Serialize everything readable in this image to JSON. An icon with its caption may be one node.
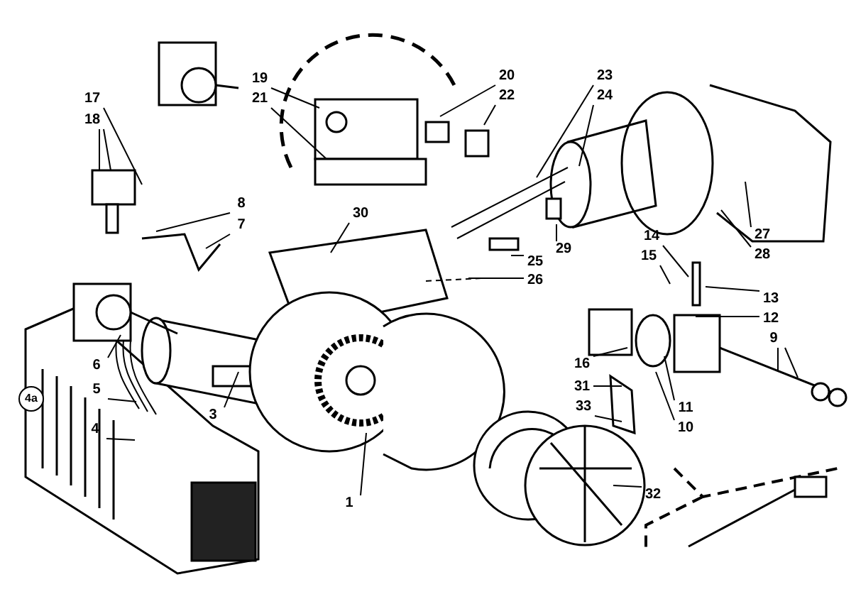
{
  "diagram": {
    "nodes": [
      {
        "text": [
          "1"
        ]
      },
      {
        "text": [
          "3"
        ]
      },
      {
        "text": [
          "4"
        ]
      },
      {
        "text": [
          "5"
        ]
      },
      {
        "text": [
          "6"
        ]
      },
      {
        "text": [
          "7"
        ]
      },
      {
        "text": [
          "8"
        ]
      },
      {
        "text": [
          "9"
        ]
      },
      {
        "text": [
          "10"
        ]
      },
      {
        "text": [
          "11"
        ]
      },
      {
        "text": [
          "12"
        ]
      },
      {
        "text": [
          "13"
        ]
      },
      {
        "text": [
          "14"
        ]
      },
      {
        "text": [
          "15"
        ]
      },
      {
        "text": [
          "16"
        ]
      },
      {
        "text": [
          "17"
        ]
      },
      {
        "text": [
          "18"
        ]
      },
      {
        "text": [
          "19"
        ]
      },
      {
        "text": [
          "20"
        ]
      },
      {
        "text": [
          "21"
        ]
      },
      {
        "text": [
          "22"
        ]
      },
      {
        "text": [
          "23"
        ]
      },
      {
        "text": [
          "24"
        ]
      },
      {
        "text": [
          "25"
        ]
      },
      {
        "text": [
          "26"
        ]
      },
      {
        "text": [
          "27"
        ]
      },
      {
        "text": [
          "28"
        ]
      },
      {
        "text": [
          "29"
        ]
      },
      {
        "text": [
          "30"
        ]
      },
      {
        "text": [
          "31"
        ]
      },
      {
        "text": [
          "32"
        ]
      },
      {
        "text": [
          "33"
        ]
      }
    ],
    "edges": [
      {
        "from": 0,
        "to": null,
        "arrow": "none"
      },
      {
        "from": 1,
        "to": null,
        "arrow": "none"
      },
      {
        "from": 2,
        "to": null,
        "arrow": "none"
      },
      {
        "from": 3,
        "to": null,
        "arrow": "none"
      },
      {
        "from": 4,
        "to": null,
        "arrow": "none"
      },
      {
        "from": 5,
        "to": null,
        "arrow": "none"
      },
      {
        "from": 6,
        "to": null,
        "arrow": "none"
      },
      {
        "from": 7,
        "to": null,
        "arrow": "none"
      },
      {
        "from": 7,
        "to": null,
        "arrow": "none"
      },
      {
        "from": 8,
        "to": null,
        "arrow": "none"
      },
      {
        "from": 9,
        "to": null,
        "arrow": "none"
      },
      {
        "from": 10,
        "to": null,
        "arrow": "none"
      },
      {
        "from": 11,
        "to": null,
        "arrow": "none"
      },
      {
        "from": 12,
        "to": null,
        "arrow": "none"
      },
      {
        "from": 13,
        "to": null,
        "arrow": "none"
      },
      {
        "from": 14,
        "to": null,
        "arrow": "none"
      },
      {
        "from": 15,
        "to": null,
        "arrow": "none"
      },
      {
        "from": 16,
        "to": null,
        "arrow": "none"
      },
      {
        "from": 16,
        "to": null,
        "arrow": "none"
      },
      {
        "from": 17,
        "to": null,
        "arrow": "none"
      },
      {
        "from": 18,
        "to": null,
        "arrow": "none"
      },
      {
        "from": 19,
        "to": null,
        "arrow": "none"
      },
      {
        "from": 20,
        "to": null,
        "arrow": "none"
      },
      {
        "from": 21,
        "to": null,
        "arrow": "none"
      },
      {
        "from": 22,
        "to": null,
        "arrow": "none"
      },
      {
        "from": 23,
        "to": null,
        "arrow": "none"
      },
      {
        "from": 24,
        "to": null,
        "arrow": "none"
      },
      {
        "from": 25,
        "to": null,
        "arrow": "none"
      },
      {
        "from": 26,
        "to": null,
        "arrow": "none"
      },
      {
        "from": 27,
        "to": null,
        "arrow": "none"
      },
      {
        "from": 28,
        "to": null,
        "arrow": "none"
      },
      {
        "from": 29,
        "to": null,
        "arrow": "none"
      },
      {
        "from": 30,
        "to": null,
        "arrow": "none"
      },
      {
        "from": 31,
        "to": null,
        "arrow": "none"
      }
    ],
    "labels": [
      "4a"
    ]
  }
}
